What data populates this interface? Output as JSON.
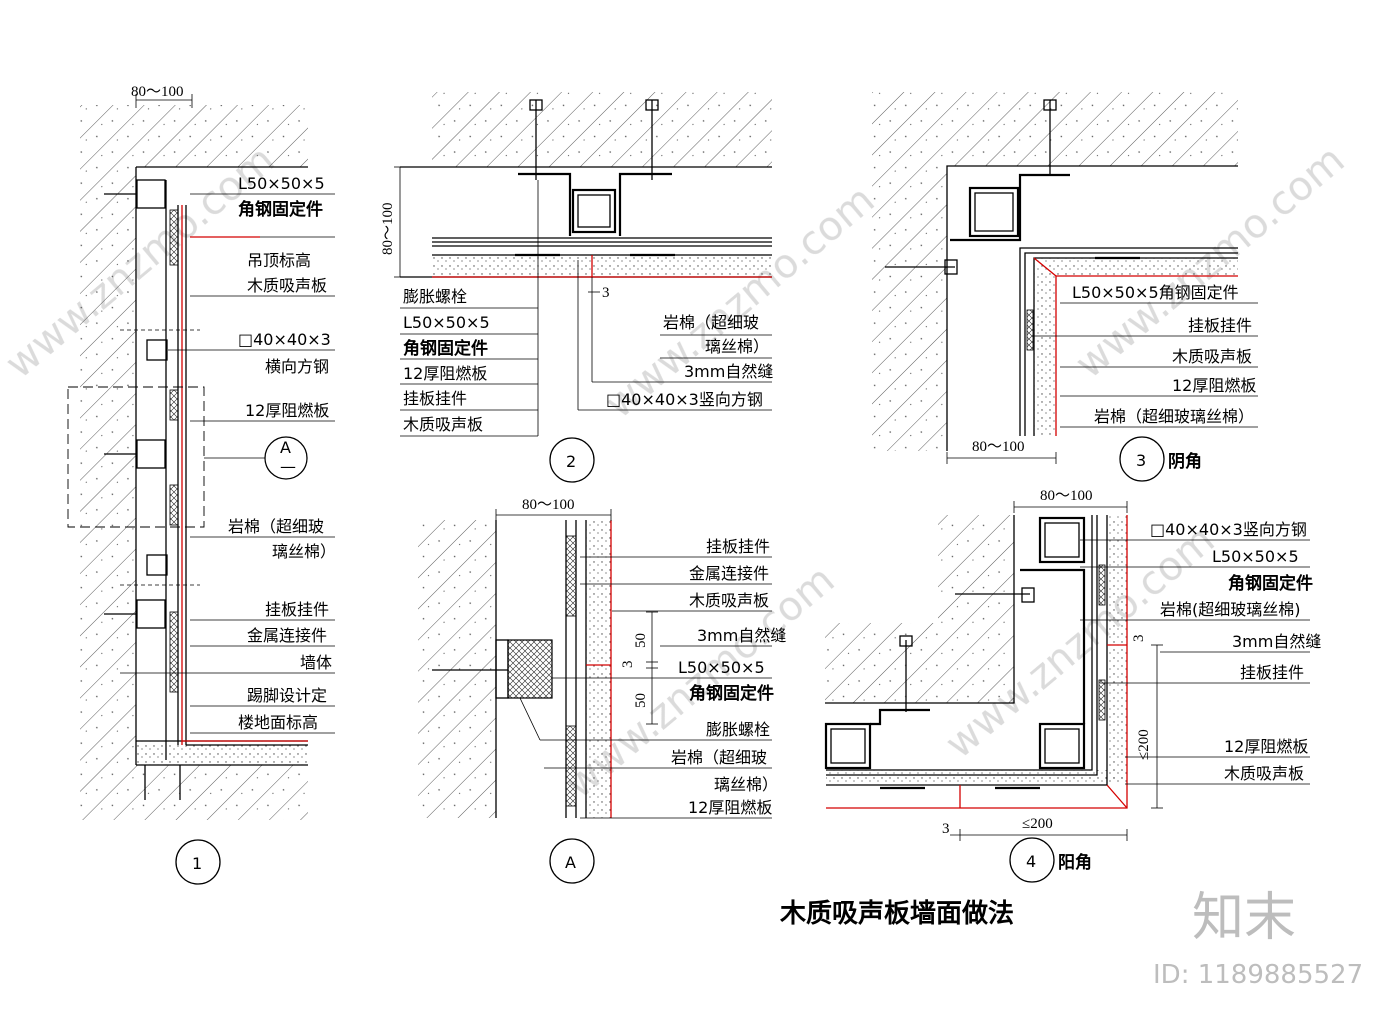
{
  "title": "木质吸声板墙面做法",
  "watermark": {
    "logo": "知末",
    "id": "ID: 1189885527",
    "site": "www.znzmo.com"
  },
  "detail1": {
    "number": "1",
    "dim_top": "80～100",
    "labels": [
      "L50×50×5",
      "角钢固定件",
      "吊顶标高",
      "木质吸声板",
      "□40×40×3",
      "横向方钢",
      "12厚阻燃板",
      "岩棉（超细玻",
      "璃丝棉）",
      "挂板挂件",
      "金属连接件",
      "墙体",
      "踢脚设计定",
      "楼地面标高"
    ],
    "callout_letter": "A",
    "callout_sub": "—"
  },
  "detail2": {
    "number": "2",
    "dim_left": "80～100",
    "dim_gap": "3",
    "labels_left": [
      "膨胀螺栓",
      "L50×50×5",
      "角钢固定件",
      "12厚阻燃板",
      "挂板挂件",
      "木质吸声板"
    ],
    "labels_right": [
      "岩棉（超细玻",
      "璃丝棉）",
      "3mm自然缝",
      "□40×40×3竖向方钢"
    ]
  },
  "detail3": {
    "number": "3",
    "name": "阴角",
    "dim_bottom": "80～100",
    "labels": [
      "L50×50×5角钢固定件",
      "挂板挂件",
      "木质吸声板",
      "12厚阻燃板",
      "岩棉（超细玻璃丝棉）"
    ]
  },
  "detailA": {
    "number": "A",
    "dim_top": "80～100",
    "dim_50a": "50",
    "dim_3": "3",
    "dim_50b": "50",
    "labels": [
      "挂板挂件",
      "金属连接件",
      "木质吸声板",
      "3mm自然缝",
      "L50×50×5",
      "角钢固定件",
      "膨胀螺栓",
      "岩棉（超细玻",
      "璃丝棉）",
      "12厚阻燃板"
    ]
  },
  "detail4": {
    "number": "4",
    "name": "阳角",
    "dim_top": "80～100",
    "dim_bottom": "≤200",
    "dim_right": "≤200",
    "dim_3a": "3",
    "dim_3b": "3",
    "labels": [
      "□40×40×3竖向方钢",
      "L50×50×5",
      "角钢固定件",
      "岩棉(超细玻璃丝棉)",
      "3mm自然缝",
      "挂板挂件",
      "12厚阻燃板",
      "木质吸声板"
    ]
  }
}
